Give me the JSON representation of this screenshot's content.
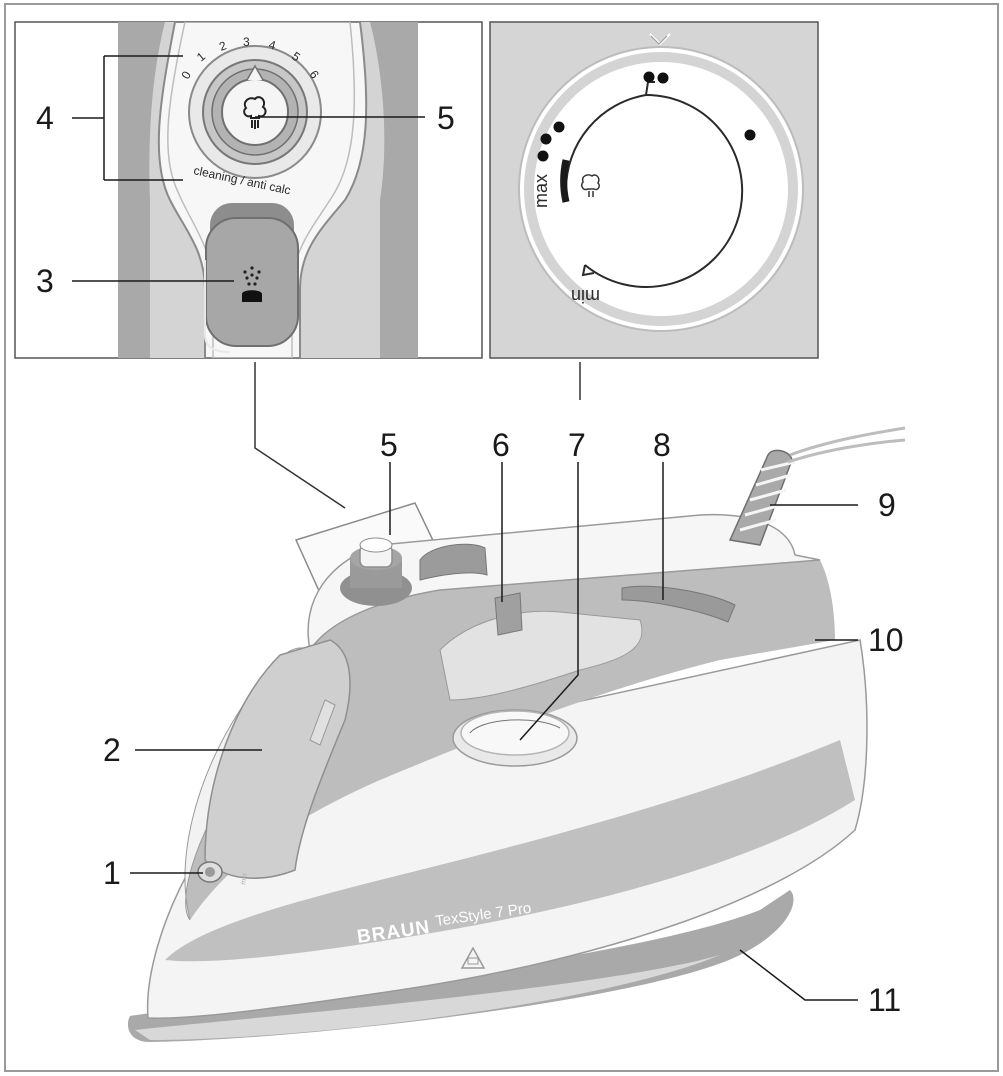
{
  "brand": {
    "logo": "BRAUN",
    "model": "TexStyle 7 Pro"
  },
  "inset_left": {
    "dial_scale": [
      "0",
      "1",
      "2",
      "3",
      "4",
      "5",
      "6"
    ],
    "ring_text": "cleaning / anti calc"
  },
  "inset_right": {
    "max_label": "max",
    "min_label": "min"
  },
  "callouts": {
    "c1": "1",
    "c2": "2",
    "c3": "3",
    "c4": "4",
    "c5_inset": "5",
    "c5": "5",
    "c6": "6",
    "c7": "7",
    "c8": "8",
    "c9": "9",
    "c10": "10",
    "c11": "11"
  },
  "icons": [
    "steam-icon",
    "spray-icon",
    "hot-surface-warning-icon",
    "steam-dial-icon"
  ],
  "colors": {
    "body_white": "#f4f4f4",
    "accent_grey": "#b9b9b9",
    "dark_grey": "#8a8a8a",
    "panel_bg": "#d6d6d6",
    "line": "#1a1a1a"
  }
}
